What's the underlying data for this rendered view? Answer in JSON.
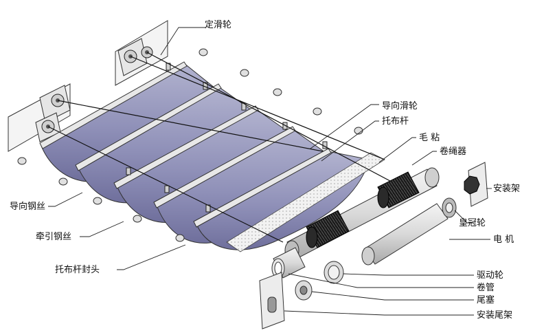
{
  "labels": {
    "fixed_pulley": "定滑轮",
    "guide_pulley": "导向滑轮",
    "cloth_rod": "托布杆",
    "felt": "毛 粘",
    "rope_winder": "卷绳器",
    "mount_bracket": "安装架",
    "guide_wire": "导向钢丝",
    "crown_wheel": "皇冠轮",
    "traction_wire": "牵引钢丝",
    "motor": "电 机",
    "rod_end_cap": "托布杆封头",
    "drive_wheel": "驱动轮",
    "roller_tube": "卷管",
    "tail_plug": "尾塞",
    "tail_bracket": "安装尾架"
  },
  "colors": {
    "fabric": "#8f90b8",
    "fabric_shade": "#6f6f9c",
    "metal": "#dcdcdc",
    "line": "#222222",
    "winder": "#1c1c1c"
  },
  "panel_count": 5
}
